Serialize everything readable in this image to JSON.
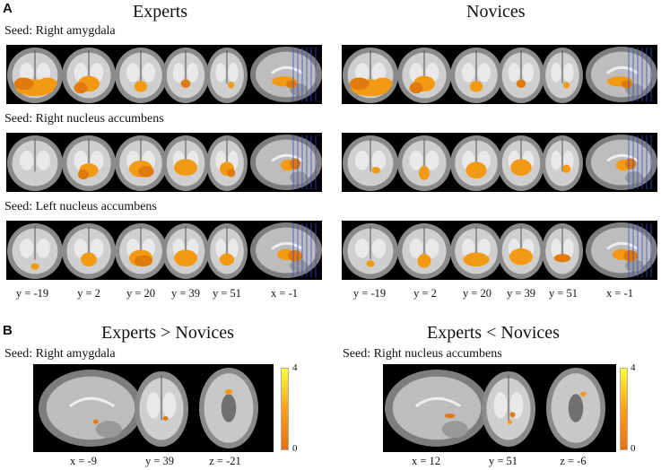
{
  "panel_a": {
    "letter": "A",
    "groups": [
      {
        "title": "Experts",
        "key": "experts"
      },
      {
        "title": "Novices",
        "key": "novices"
      }
    ],
    "seeds": [
      "Seed: Right amygdala",
      "Seed: Right nucleus accumbens",
      "Seed: Left nucleus accumbens"
    ],
    "coords": [
      "y = -19",
      "y = 2",
      "y = 20",
      "y = 39",
      "y = 51",
      "x = -1"
    ]
  },
  "panel_b": {
    "letter": "B",
    "contrasts": [
      {
        "title": "Experts > Novices",
        "seed": "Seed: Right amygdala",
        "coords": [
          "x = -9",
          "y = 39",
          "z = -21"
        ]
      },
      {
        "title": "Experts < Novices",
        "seed": "Seed: Right nucleus accumbens",
        "coords": [
          "x = 12",
          "y = 51",
          "z = -6"
        ]
      }
    ],
    "colorbar": {
      "max": "4",
      "min": "0"
    }
  },
  "colors": {
    "activation": "#f29a14",
    "activation_dark": "#e07a0c",
    "background": "#000000"
  }
}
